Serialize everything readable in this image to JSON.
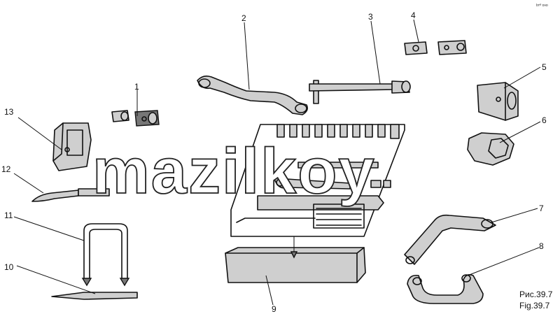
{
  "diagram": {
    "callouts": [
      "1",
      "2",
      "3",
      "4",
      "5",
      "6",
      "7",
      "8",
      "9",
      "10",
      "11",
      "12",
      "13"
    ],
    "caption_ru": "Рис.39.7",
    "caption_en": "Fig.39.7",
    "watermark": "mazilkoy",
    "corner_mark": "bᴛᴿ ᴅᴀᴅ"
  }
}
